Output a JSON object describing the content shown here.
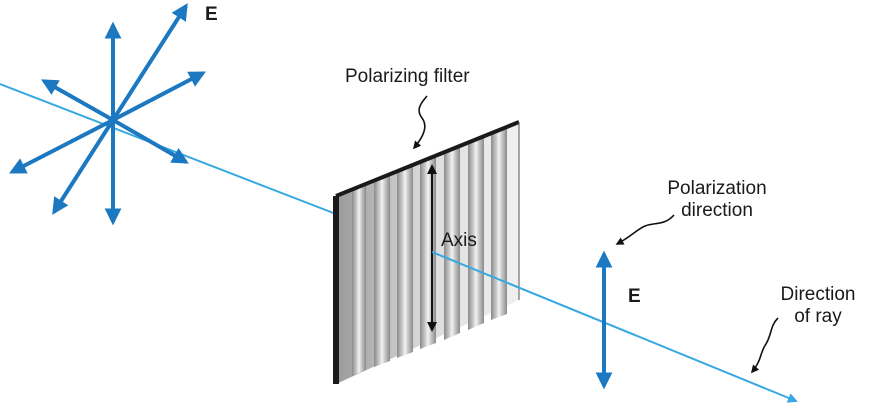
{
  "labels": {
    "e_unpolarized": "E",
    "polarizing_filter": "Polarizing filter",
    "axis": "Axis",
    "polarization_direction_line1": "Polarization",
    "polarization_direction_line2": "direction",
    "e_polarized": "E",
    "direction_of_ray_line1": "Direction",
    "direction_of_ray_line2": "of ray"
  },
  "colors": {
    "ray": "#36a9e1",
    "vector": "#1c78c0",
    "filter_frame": "#1a1a1a",
    "text": "#1a1a1a"
  },
  "icons": {
    "unpolarized_vectors": "starburst-arrows-icon",
    "polarized_vector": "double-headed-arrow-icon",
    "leader": "squiggle-leader-icon"
  }
}
